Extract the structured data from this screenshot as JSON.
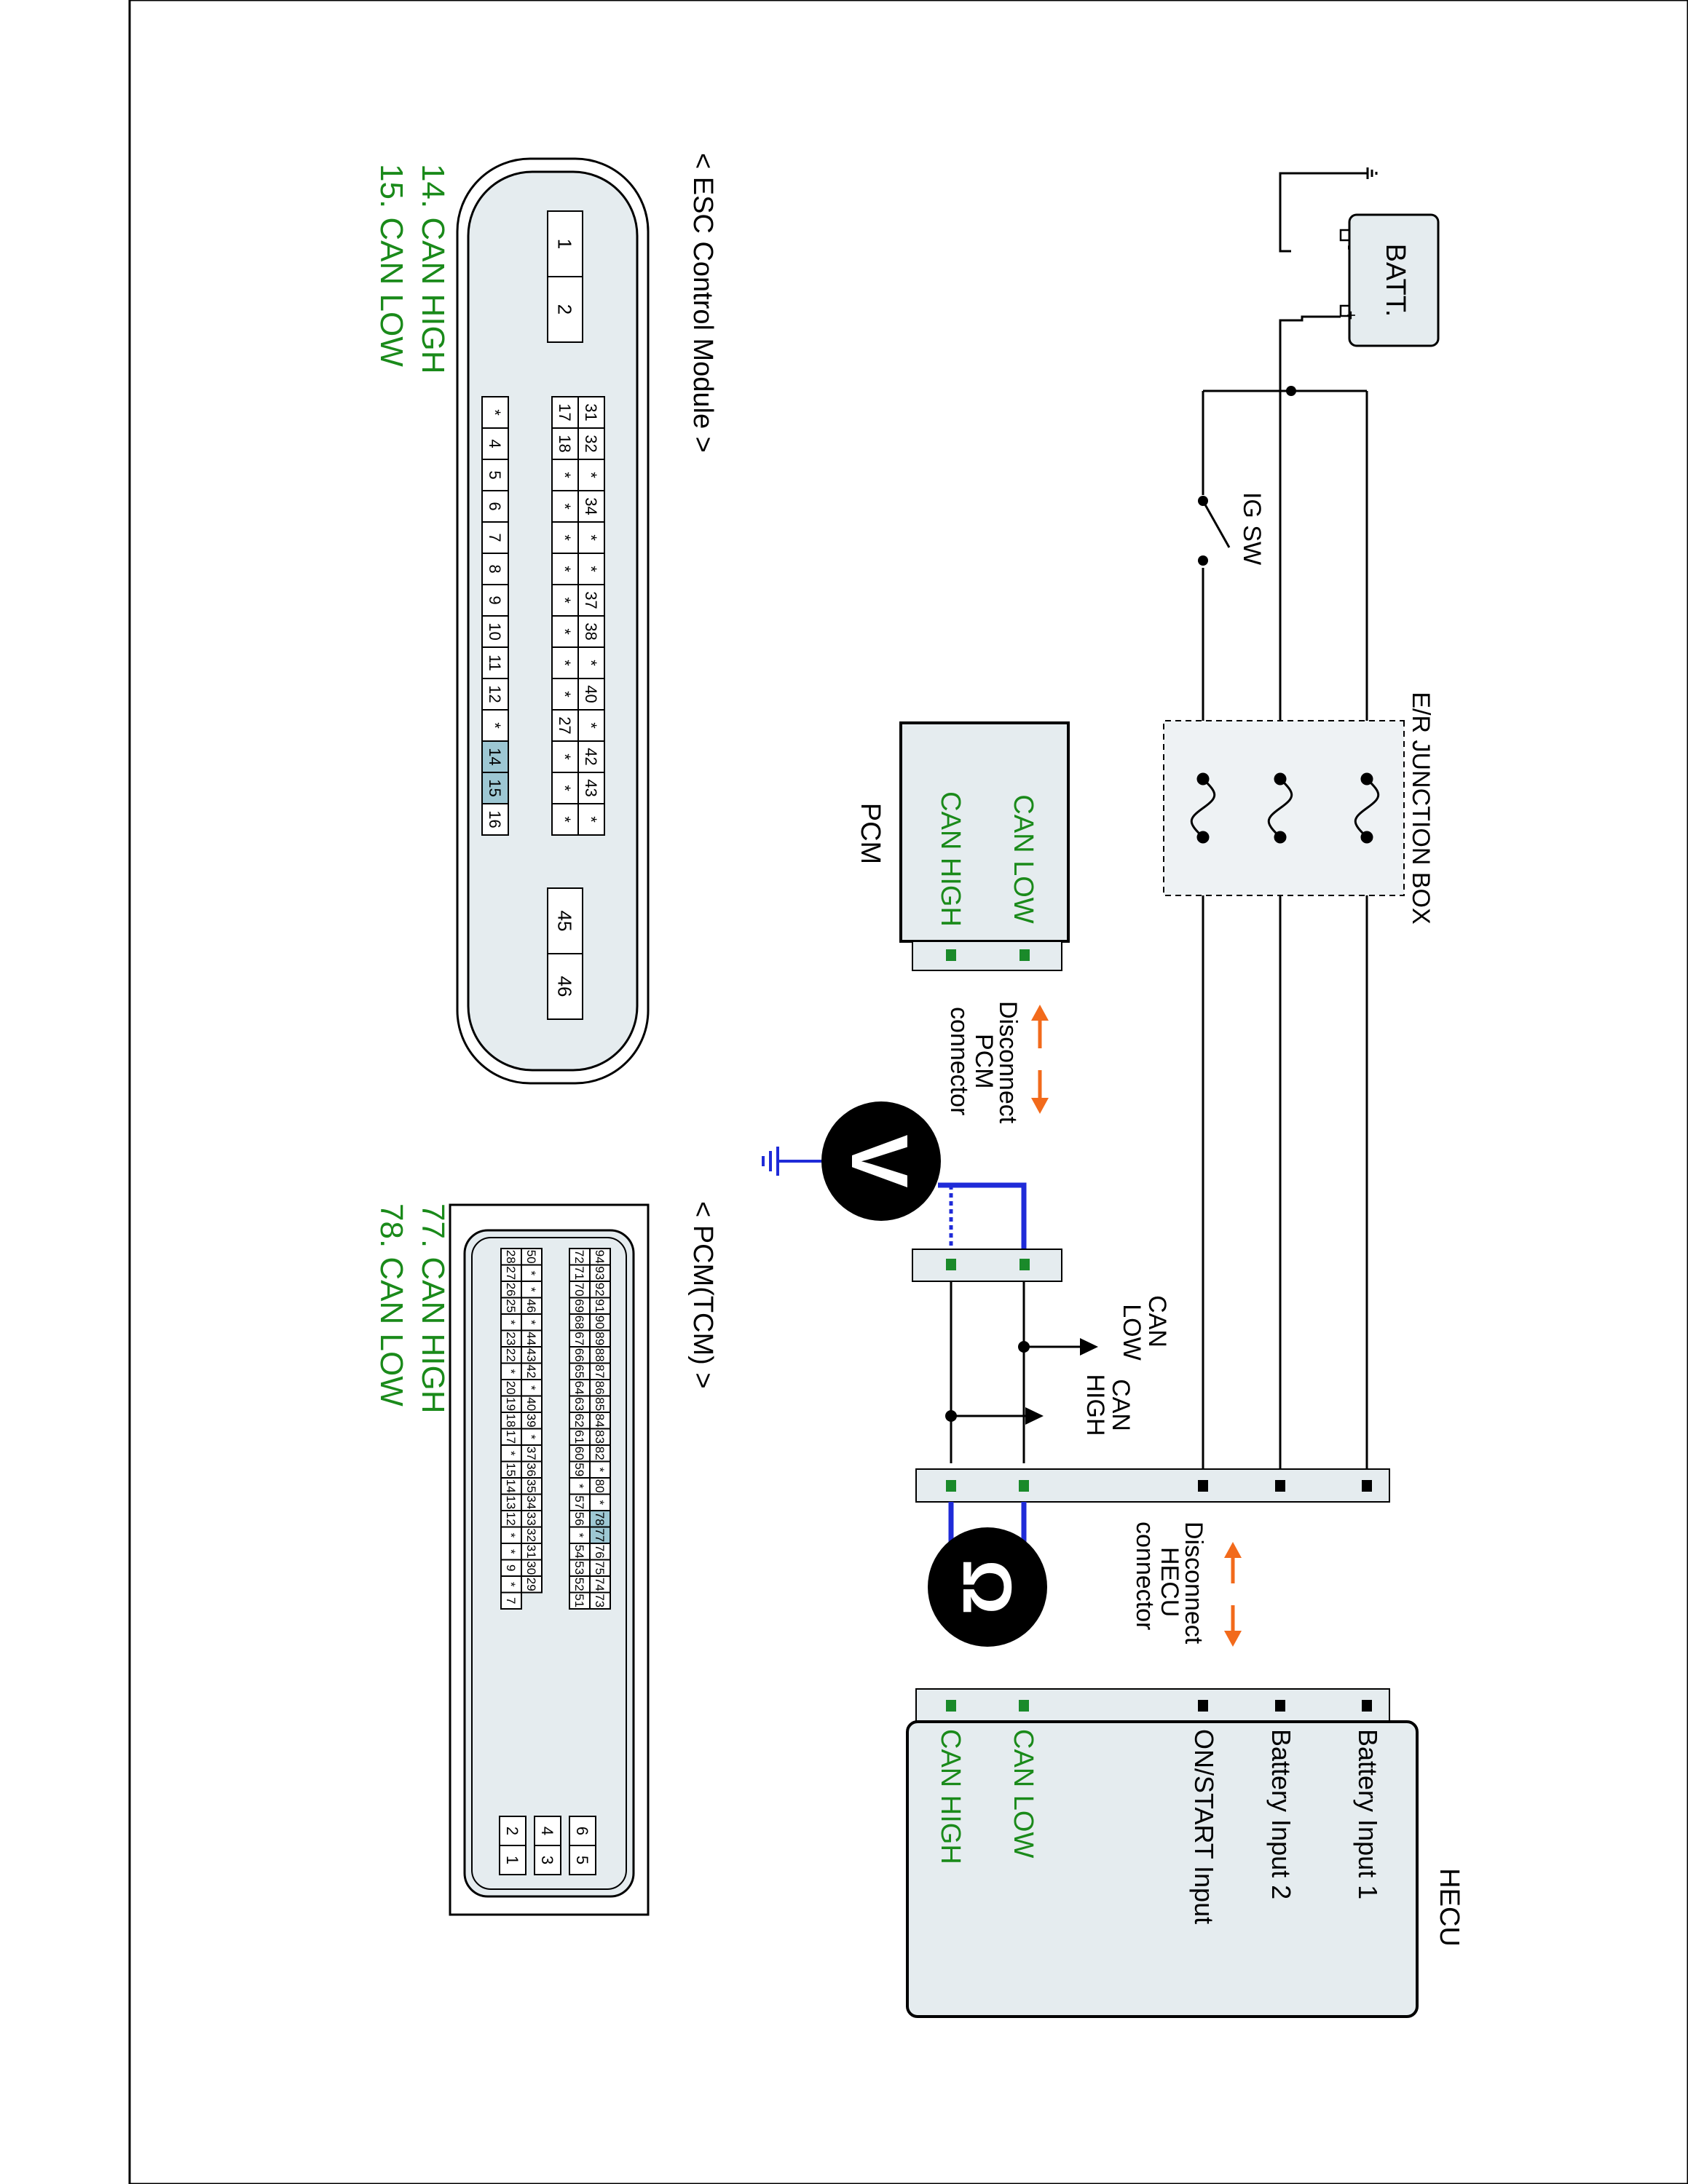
{
  "colors": {
    "line": "#000000",
    "box_fill": "#e5ecef",
    "can_text": "#1a8a1a",
    "pin_green": "#1a8a2a",
    "probe_blue": "#1f2bd8",
    "arrow_orange": "#f26a1b",
    "highlight_pin": "#9dc7d3"
  },
  "labels": {
    "batt": "BATT.",
    "ig_sw": "IG SW",
    "junction_box": "E/R JUNCTION BOX",
    "pcm": "PCM",
    "hecu": "HECU",
    "disconnect_pcm": [
      "Disconnect",
      "PCM",
      "connector"
    ],
    "disconnect_hecu": [
      "Disconnect",
      "HECU",
      "connector"
    ],
    "can_low_tag": [
      "CAN",
      "LOW"
    ],
    "can_high_tag": [
      "CAN",
      "HIGH"
    ],
    "voltmeter": "V",
    "ohmmeter": "Ω",
    "battery_plus": "+",
    "battery_minus": "-"
  },
  "pcm_module": {
    "pins": [
      "CAN LOW",
      "CAN HIGH"
    ]
  },
  "hecu_module": {
    "pins": [
      "Battery Input 1",
      "Battery Input 2",
      "ON/START Input",
      "CAN LOW",
      "CAN HIGH"
    ]
  },
  "esc_connector": {
    "title": "< ESC Control Module >",
    "legend": [
      "14. CAN HIGH",
      "15. CAN LOW"
    ],
    "top_pins": [
      "1",
      "2"
    ],
    "row_a": [
      "31",
      "32",
      "*",
      "34",
      "*",
      "*",
      "37",
      "38",
      "*",
      "40",
      "*",
      "42",
      "43",
      "*"
    ],
    "row_b": [
      "17",
      "18",
      "*",
      "*",
      "*",
      "*",
      "*",
      "*",
      "*",
      "*",
      "27",
      "*",
      "*",
      "*"
    ],
    "row_c": [
      "*",
      "4",
      "5",
      "6",
      "7",
      "8",
      "9",
      "10",
      "11",
      "12",
      "*",
      "14",
      "15",
      "16"
    ],
    "side_pins": [
      "45",
      "46"
    ]
  },
  "pcm_connector": {
    "title": "< PCM(TCM) >",
    "legend": [
      "77. CAN HIGH",
      "78. CAN LOW"
    ],
    "row_1": [
      "94",
      "93",
      "92",
      "91",
      "90",
      "89",
      "88",
      "87",
      "86",
      "85",
      "84",
      "83",
      "82",
      "*",
      "80",
      "*",
      "78",
      "77",
      "76",
      "75",
      "74",
      "73"
    ],
    "row_2": [
      "72",
      "71",
      "70",
      "69",
      "68",
      "67",
      "66",
      "65",
      "64",
      "63",
      "62",
      "61",
      "60",
      "59",
      "*",
      "57",
      "56",
      "*",
      "54",
      "53",
      "52",
      "51"
    ],
    "row_3": [
      "50",
      "*",
      "*",
      "46",
      "*",
      "44",
      "43",
      "42",
      "*",
      "40",
      "39",
      "*",
      "37",
      "36",
      "35",
      "34",
      "33",
      "32",
      "31",
      "30",
      "29"
    ],
    "row_4": [
      "28",
      "27",
      "26",
      "25",
      "*",
      "23",
      "22",
      "*",
      "20",
      "19",
      "18",
      "17",
      "*",
      "15",
      "14",
      "13",
      "12",
      "*",
      "*",
      "9",
      "*",
      "7"
    ],
    "block_a": [
      "6",
      "5"
    ],
    "block_b": [
      "4",
      "3"
    ],
    "block_c": [
      "2",
      "1"
    ]
  }
}
